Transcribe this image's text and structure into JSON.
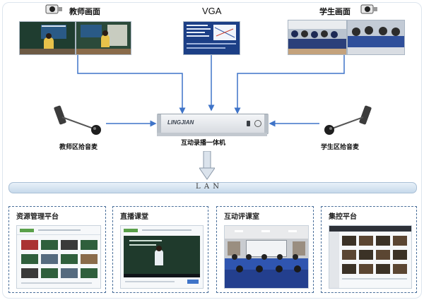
{
  "top": {
    "teacher_label": "教师画面",
    "vga_label": "VGA",
    "student_label": "学生画面"
  },
  "center": {
    "device_brand": "LINGJIAN",
    "device_label": "互动录播一体机",
    "teacher_mic_label": "教师区拾音麦",
    "student_mic_label": "学生区拾音麦"
  },
  "network": {
    "lan_label": "L A N"
  },
  "panels": [
    {
      "title": "资源管理平台"
    },
    {
      "title": "直播课堂"
    },
    {
      "title": "互动评课室"
    },
    {
      "title": "集控平台"
    }
  ],
  "colors": {
    "frame_border": "#4a6f9a",
    "connector": "#3f74c8",
    "lan_bar": "#d7e6f3",
    "device": "#e6e9ec"
  },
  "icons": [
    "camera-icon",
    "microphone-icon",
    "arrow-down-icon"
  ]
}
